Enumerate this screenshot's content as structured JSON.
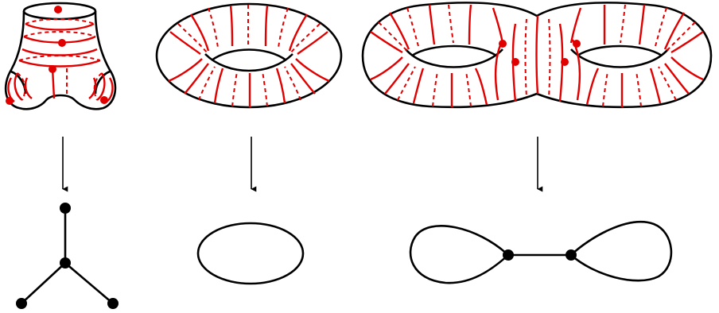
{
  "colors": {
    "surface": "#000000",
    "cuts": "#e00000",
    "graph": "#000000",
    "background": "#ffffff"
  },
  "panels": [
    {
      "surface": "pair-of-pants",
      "graph": "tripod-tree",
      "graph_vertices": 4,
      "graph_edges": 3,
      "critical_points": 5
    },
    {
      "surface": "torus",
      "graph": "circle",
      "graph_vertices": 0,
      "graph_edges": 1,
      "critical_points": 0
    },
    {
      "surface": "genus-two-surface",
      "graph": "two-loops-joined-by-edge",
      "graph_vertices": 2,
      "graph_edges": 3,
      "critical_points": 4
    }
  ]
}
